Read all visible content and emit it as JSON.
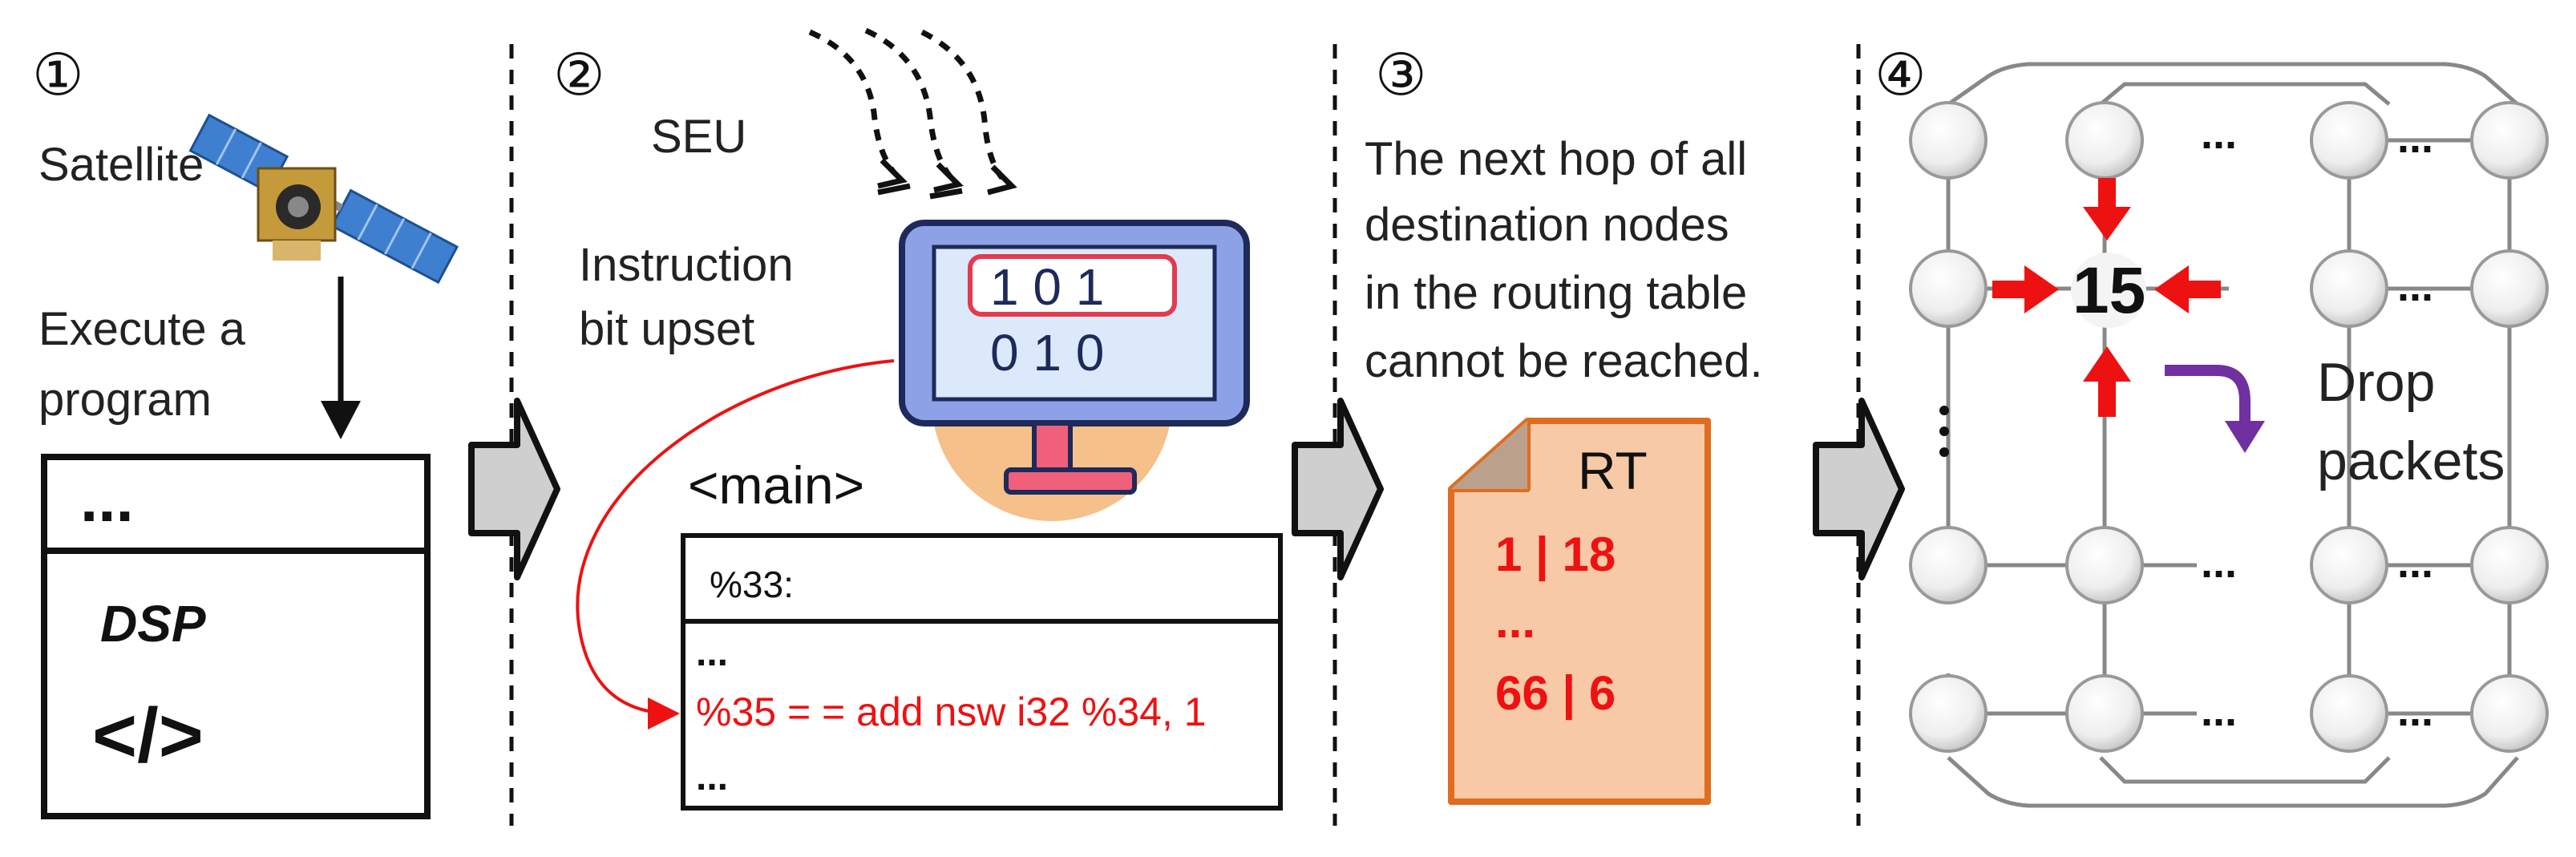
{
  "panel1": {
    "step": "①",
    "satellite_label": "Satellite",
    "execute_line1": "Execute a",
    "execute_line2": "program",
    "window_top": "...",
    "dsp_label": "DSP",
    "code_icon": "</>"
  },
  "panel2": {
    "step": "②",
    "seu_label": "SEU",
    "instr_line1": "Instruction",
    "instr_line2": "bit upset",
    "bits_top": "1 0 1",
    "bits_bottom": "0 1 0",
    "main_label": "<main>",
    "code_header": "%33:",
    "code_dots1": "...",
    "code_instruction": "%35 = = add nsw i32 %34, 1",
    "code_dots2": "..."
  },
  "panel3": {
    "step": "③",
    "text_lines": [
      "The next hop of all",
      "destination nodes",
      "in the routing table",
      "cannot be reached."
    ],
    "rt_label": "RT",
    "rt_rows": [
      "1 | 18",
      "...",
      "66 | 6"
    ]
  },
  "panel4": {
    "step": "④",
    "center_node": "15",
    "drop_line1": "Drop",
    "drop_line2": "packets",
    "ellipsis": "..."
  },
  "colors": {
    "red": "#ee1111",
    "purple": "#7030a0",
    "orange_doc": "#f8c9a6",
    "orange_border": "#e06d1f",
    "monitor_blue": "#8da2e6",
    "screen_fill": "#dbe9fb",
    "pink": "#f0607a",
    "arrow_gray": "#cfcfcf"
  }
}
